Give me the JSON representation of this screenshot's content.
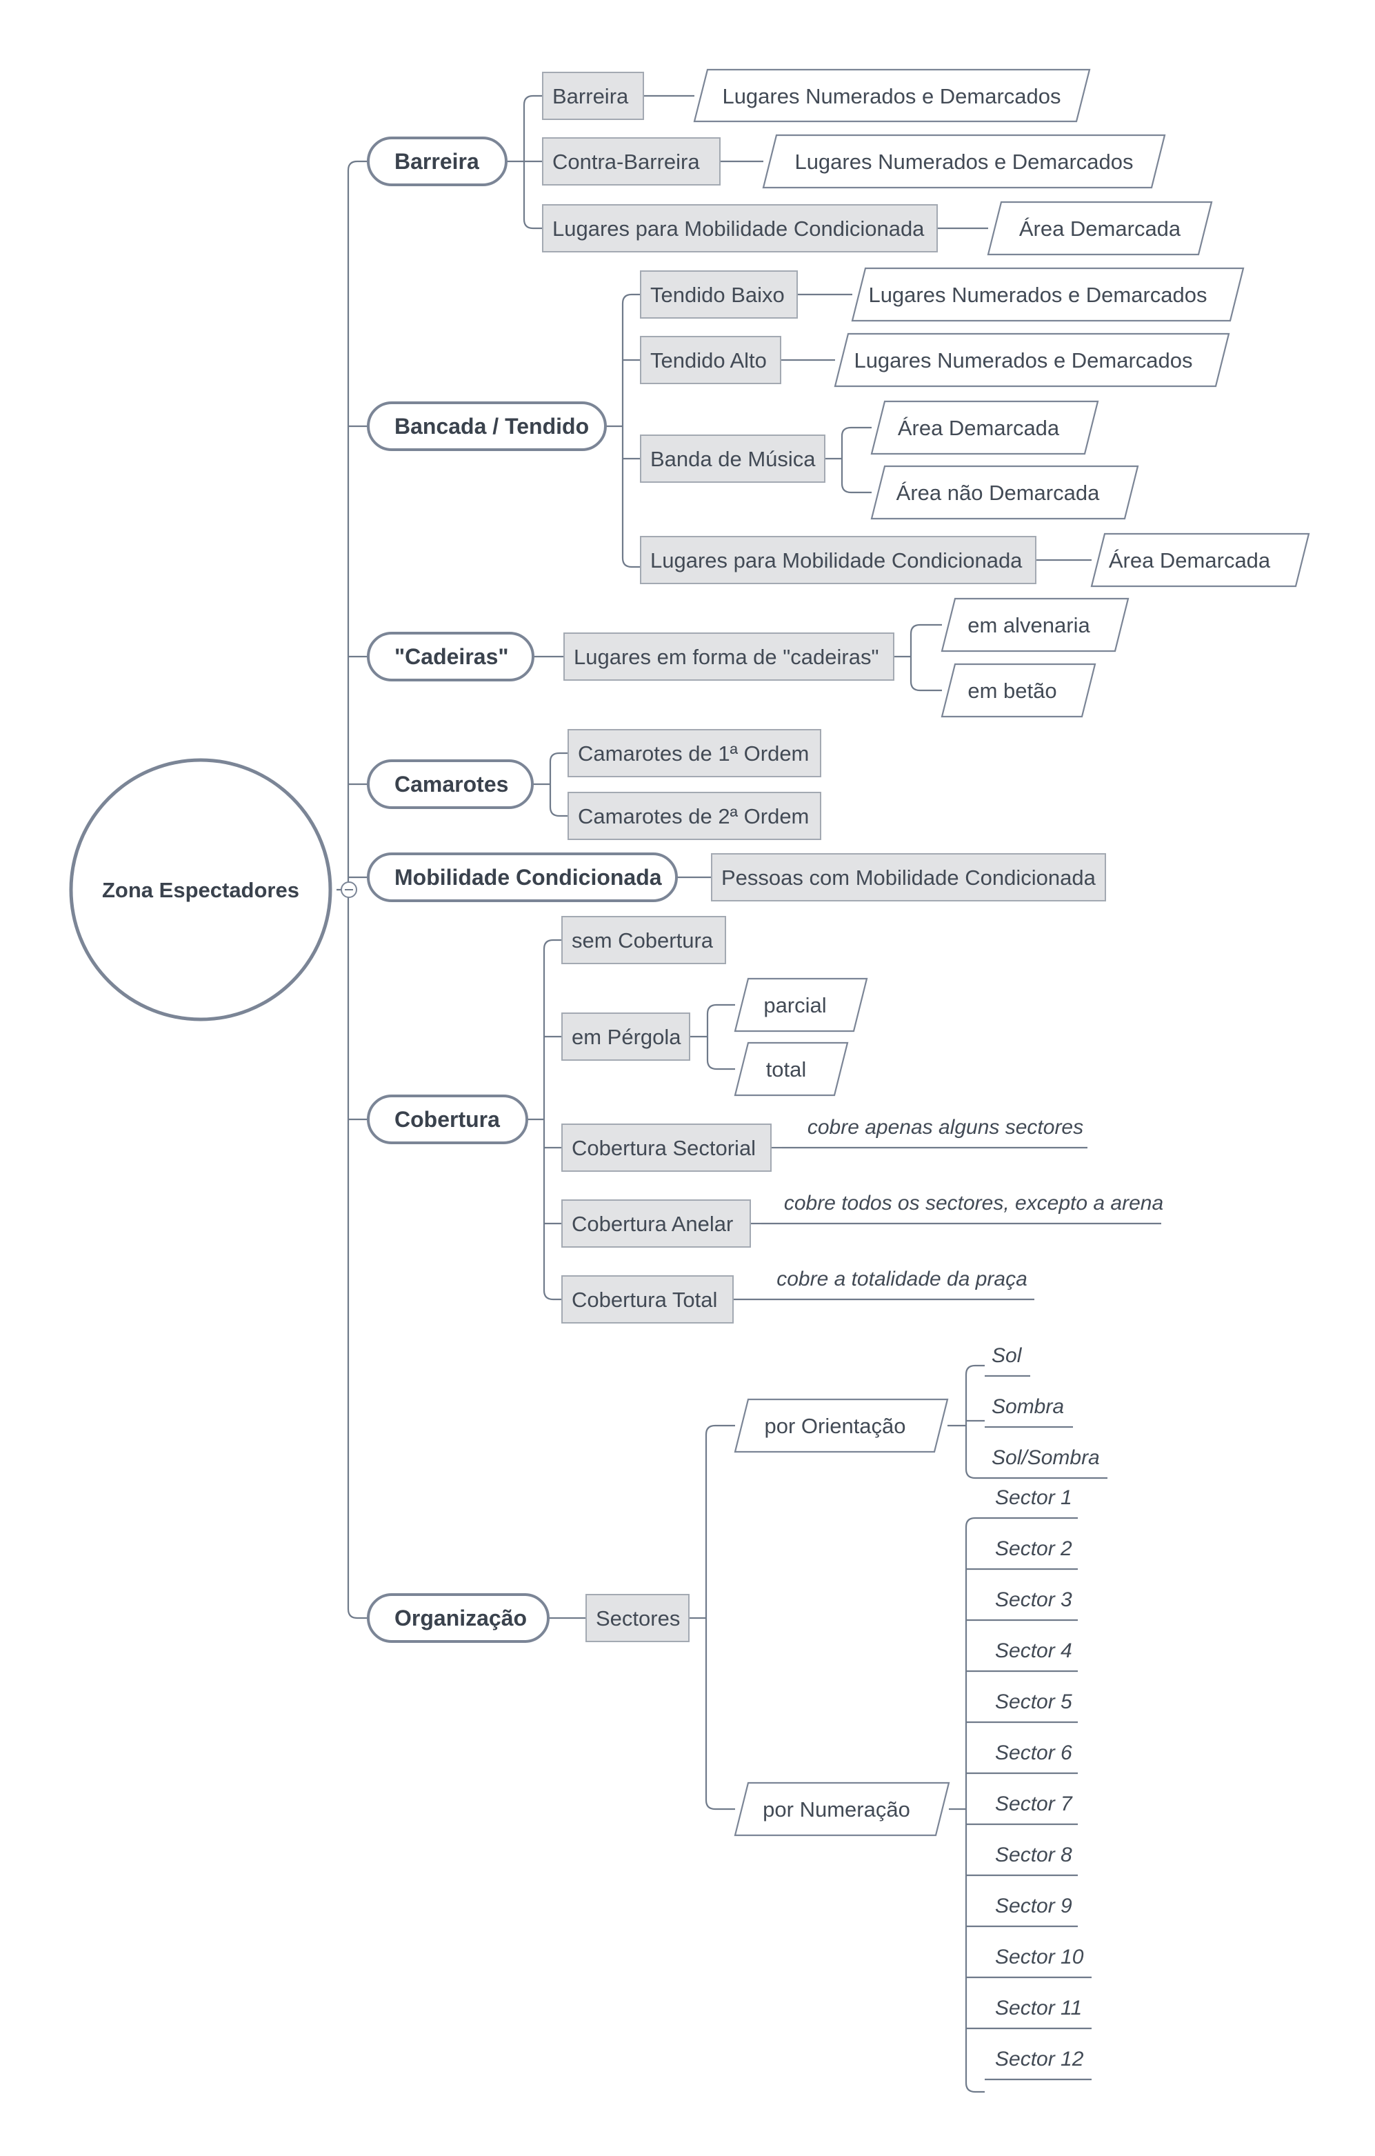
{
  "root": "Zona Espectadores",
  "branches": [
    {
      "label": "Barreira",
      "children": [
        {
          "label": "Barreira",
          "leaf": "Lugares Numerados e Demarcados"
        },
        {
          "label": "Contra-Barreira",
          "leaf": "Lugares Numerados e Demarcados"
        },
        {
          "label": "Lugares para Mobilidade Condicionada",
          "leaf": "Área Demarcada"
        }
      ]
    },
    {
      "label": "Bancada / Tendido",
      "children": [
        {
          "label": "Tendido Baixo",
          "leaf": "Lugares Numerados e Demarcados"
        },
        {
          "label": "Tendido Alto",
          "leaf": "Lugares Numerados e Demarcados"
        },
        {
          "label": "Banda de Música",
          "leaves": [
            "Área Demarcada",
            "Área não Demarcada"
          ]
        },
        {
          "label": "Lugares para Mobilidade Condicionada",
          "leaf": "Área Demarcada"
        }
      ]
    },
    {
      "label": "\"Cadeiras\"",
      "children": [
        {
          "label": "Lugares em forma de \"cadeiras\"",
          "leaves": [
            "em alvenaria",
            "em betão"
          ]
        }
      ]
    },
    {
      "label": "Camarotes",
      "children": [
        {
          "label": "Camarotes de 1ª Ordem"
        },
        {
          "label": "Camarotes de 2ª Ordem"
        }
      ]
    },
    {
      "label": "Mobilidade Condicionada",
      "children": [
        {
          "label": "Pessoas com Mobilidade Condicionada"
        }
      ]
    },
    {
      "label": "Cobertura",
      "children": [
        {
          "label": "sem Cobertura"
        },
        {
          "label": "em Pérgola",
          "leaves": [
            "parcial",
            "total"
          ]
        },
        {
          "label": "Cobertura Sectorial",
          "note": "cobre apenas alguns sectores"
        },
        {
          "label": "Cobertura Anelar",
          "note": "cobre todos os sectores, excepto a arena"
        },
        {
          "label": "Cobertura Total",
          "note": "cobre a totalidade da praça"
        }
      ]
    },
    {
      "label": "Organização",
      "children": [
        {
          "label": "Sectores",
          "groups": [
            {
              "label": "por Orientação",
              "items": [
                "Sol",
                "Sombra",
                "Sol/Sombra"
              ]
            },
            {
              "label": "por Numeração",
              "items": [
                "Sector 1",
                "Sector 2",
                "Sector 3",
                "Sector 4",
                "Sector 5",
                "Sector 6",
                "Sector 7",
                "Sector 8",
                "Sector 9",
                "Sector 10",
                "Sector 11",
                "Sector 12"
              ]
            }
          ]
        }
      ]
    }
  ]
}
